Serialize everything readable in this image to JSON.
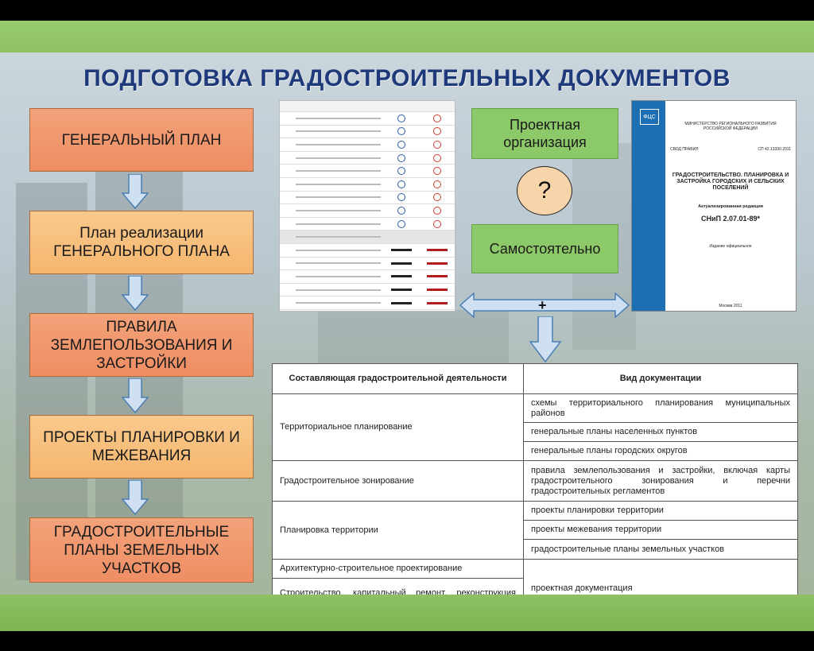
{
  "title": "ПОДГОТОВКА ГРАДОСТРОИТЕЛЬНЫХ ДОКУМЕНТОВ",
  "flow": [
    {
      "label": "ГЕНЕРАЛЬНЫЙ ПЛАН"
    },
    {
      "label": "План реализации ГЕНЕРАЛЬНОГО ПЛАНА"
    },
    {
      "label": "ПРАВИЛА ЗЕМЛЕПОЛЬЗОВАНИЯ И ЗАСТРОЙКИ"
    },
    {
      "label": "ПРОЕКТЫ ПЛАНИРОВКИ И МЕЖЕВАНИЯ"
    },
    {
      "label": "ГРАДОСТРОИТЕЛЬНЫЕ ПЛАНЫ ЗЕМЕЛЬНЫХ УЧАСТКОВ"
    }
  ],
  "options": {
    "project_org": "Проектная организация",
    "question": "?",
    "self": "Самостоятельно",
    "plus": "+"
  },
  "snip": {
    "ministry": "МИНИСТЕРСТВО РЕГИОНАЛЬНОГО РАЗВИТИЯ РОССИЙСКОЙ ФЕДЕРАЦИИ",
    "code_left": "СВОД ПРАВИЛ",
    "code_right": "СП 42.13330.2011",
    "name": "ГРАДОСТРОИТЕЛЬСТВО. ПЛАНИРОВКА И ЗАСТРОЙКА ГОРОДСКИХ И СЕЛЬСКИХ ПОСЕЛЕНИЙ",
    "edition": "Актуализированная редакция",
    "snip_code": "СНиП 2.07.01-89*",
    "official": "Издание официальное",
    "city": "Москва 2011",
    "logo": "ФЦС"
  },
  "table": {
    "headers": [
      "Составляющая градостроительной деятельности",
      "Вид документации"
    ],
    "groups": [
      {
        "activity": "Территориальное планирование",
        "docs": [
          "схемы территориального планирования муниципальных районов",
          "генеральные планы населенных пунктов",
          "генеральные планы городских округов"
        ]
      },
      {
        "activity": "Градостроительное зонирование",
        "docs": [
          "правила землепользования и застройки, включая карты градостроительного зонирования и перечни градостроительных регламентов"
        ]
      },
      {
        "activity": "Планировка территории",
        "docs": [
          "проекты планировки территории",
          "проекты межевания территории",
          "градостроительные планы земельных участков"
        ]
      },
      {
        "activity": "Архитектурно-строительное проектирование",
        "docs": []
      },
      {
        "activity": "Строительство, капитальный ремонт, реконструкция объектов капитального строительства",
        "docs": [
          "проектная документация"
        ]
      }
    ]
  }
}
